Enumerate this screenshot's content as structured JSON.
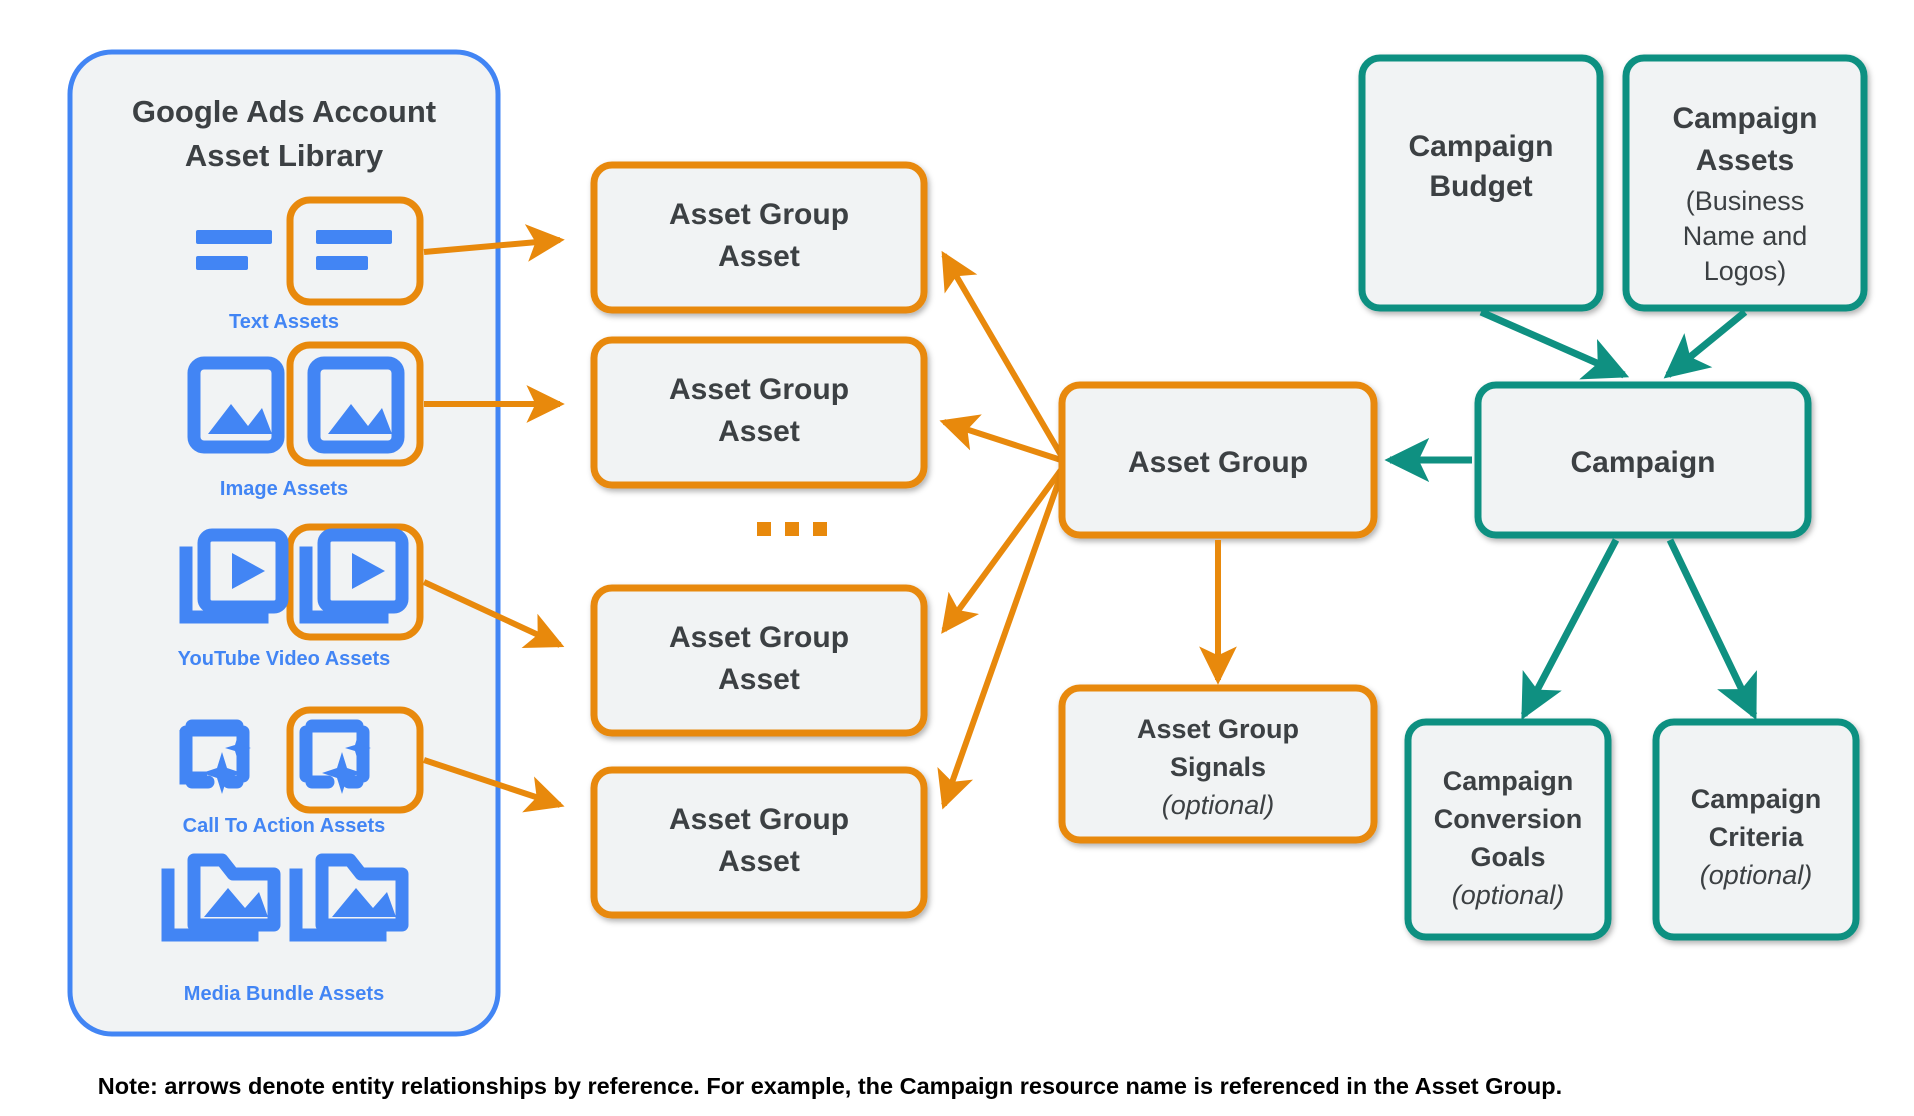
{
  "diagram": {
    "colors": {
      "orange": "#e8890c",
      "teal": "#0f9081",
      "blue": "#4285f4",
      "panel_fill": "#f1f3f4",
      "text": "#3c4043"
    },
    "library": {
      "title_line1": "Google Ads Account",
      "title_line2": "Asset Library",
      "assets": [
        {
          "label": "Text Assets",
          "icon": "text-asset-icon",
          "selected": true
        },
        {
          "label": "Image Assets",
          "icon": "image-asset-icon",
          "selected": true
        },
        {
          "label": "YouTube Video  Assets",
          "icon": "video-asset-icon",
          "selected": true
        },
        {
          "label": "Call To Action Assets",
          "icon": "call-to-action-asset-icon",
          "selected": true
        },
        {
          "label": "Media Bundle  Assets",
          "icon": "media-bundle-asset-icon",
          "selected": false
        }
      ]
    },
    "asset_group_assets": [
      {
        "line1": "Asset Group",
        "line2": "Asset"
      },
      {
        "line1": "Asset Group",
        "line2": "Asset"
      },
      {
        "line1": "Asset Group",
        "line2": "Asset"
      },
      {
        "line1": "Asset Group",
        "line2": "Asset"
      }
    ],
    "ellipsis": "...",
    "asset_group": {
      "label": "Asset Group"
    },
    "asset_group_signals": {
      "line1": "Asset Group",
      "line2": "Signals",
      "optional": "(optional)"
    },
    "campaign_budget": {
      "line1": "Campaign",
      "line2": "Budget"
    },
    "campaign_assets": {
      "line1": "Campaign",
      "line2": "Assets",
      "sub1": "(Business",
      "sub2": "Name and",
      "sub3": "Logos)"
    },
    "campaign": {
      "label": "Campaign"
    },
    "campaign_conversion_goals": {
      "line1": "Campaign",
      "line2": "Conversion",
      "line3": "Goals",
      "optional": "(optional)"
    },
    "campaign_criteria": {
      "line1": "Campaign",
      "line2": "Criteria",
      "optional": "(optional)"
    },
    "footnote": "Note: arrows denote entity relationships by reference. For example, the Campaign resource name is referenced in the Asset Group."
  }
}
